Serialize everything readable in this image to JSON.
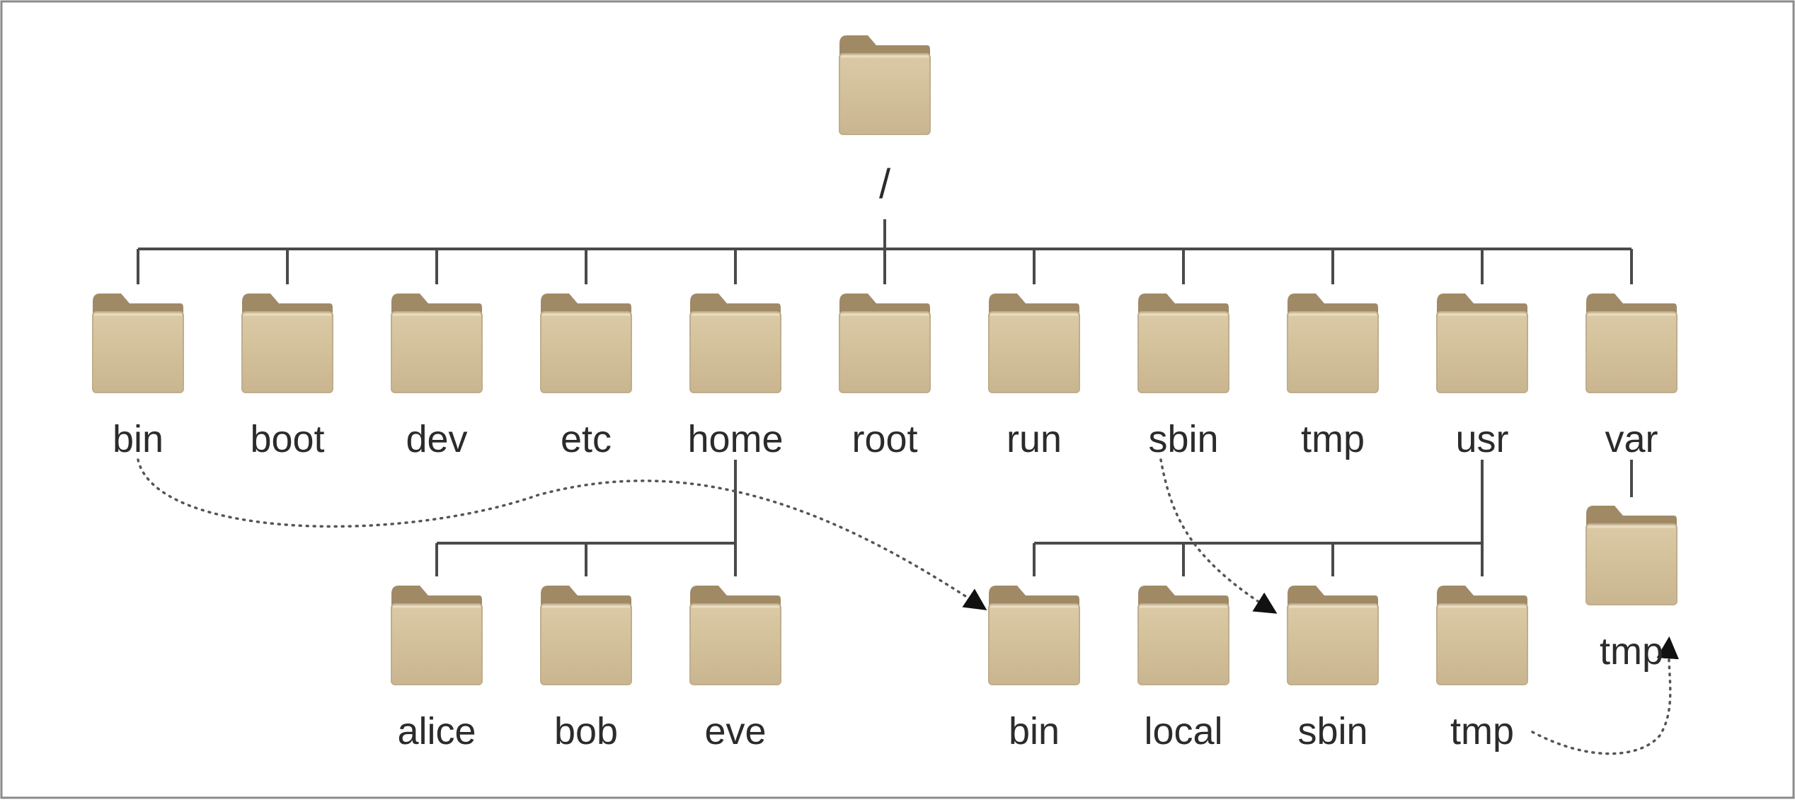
{
  "tree": {
    "root": {
      "id": "root",
      "label": "/"
    },
    "level1": [
      {
        "id": "bin",
        "label": "bin"
      },
      {
        "id": "boot",
        "label": "boot"
      },
      {
        "id": "dev",
        "label": "dev"
      },
      {
        "id": "etc",
        "label": "etc"
      },
      {
        "id": "home",
        "label": "home"
      },
      {
        "id": "root-dir",
        "label": "root"
      },
      {
        "id": "run",
        "label": "run"
      },
      {
        "id": "sbin",
        "label": "sbin"
      },
      {
        "id": "tmp",
        "label": "tmp"
      },
      {
        "id": "usr",
        "label": "usr"
      },
      {
        "id": "var",
        "label": "var"
      }
    ],
    "home_children": [
      {
        "id": "alice",
        "label": "alice"
      },
      {
        "id": "bob",
        "label": "bob"
      },
      {
        "id": "eve",
        "label": "eve"
      }
    ],
    "usr_children": [
      {
        "id": "usr-bin",
        "label": "bin"
      },
      {
        "id": "usr-local",
        "label": "local"
      },
      {
        "id": "usr-sbin",
        "label": "sbin"
      },
      {
        "id": "usr-tmp",
        "label": "tmp"
      }
    ],
    "var_children": [
      {
        "id": "var-tmp",
        "label": "tmp"
      }
    ],
    "links": [
      {
        "from": "bin",
        "to": "usr-bin"
      },
      {
        "from": "sbin",
        "to": "usr-sbin"
      },
      {
        "from": "usr-tmp",
        "to": "var-tmp"
      }
    ]
  },
  "colors": {
    "folder_body": "#d5c4a1",
    "folder_tab": "#a08a66",
    "folder_shadow": "#bfae8c",
    "line": "#4a4a4a",
    "text": "#2b2b2b",
    "border": "#8a8a8a"
  }
}
